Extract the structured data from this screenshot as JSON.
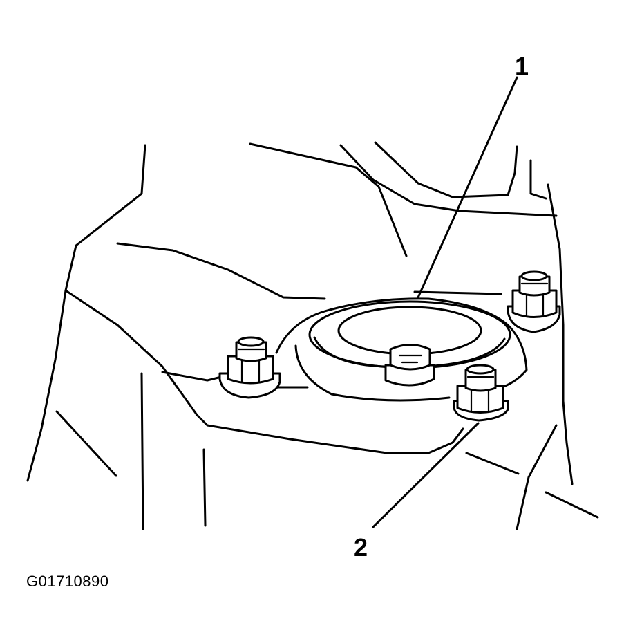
{
  "callouts": [
    {
      "id": "1",
      "label": "1"
    },
    {
      "id": "2",
      "label": "2"
    }
  ],
  "figure_id": "G01710890",
  "colors": {
    "line": "#000000",
    "background": "#ffffff"
  }
}
